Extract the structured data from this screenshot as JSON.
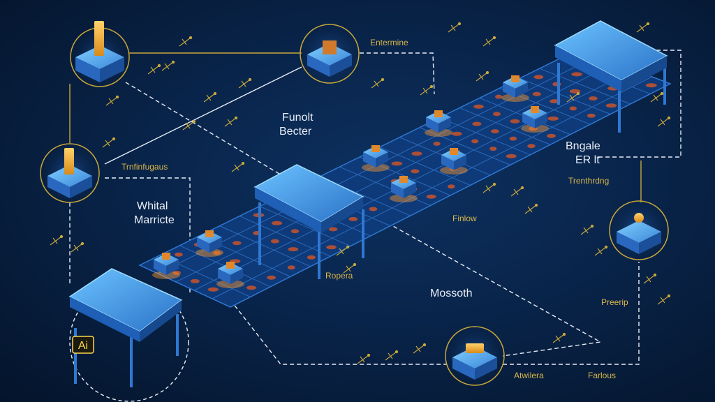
{
  "labels": {
    "entermine": "Entermine",
    "funolt": "Funolt",
    "becter": "Becter",
    "bngale": "Bngale",
    "er_lt": "ER lt",
    "trenfingus": "Trnfinfugaus",
    "whital": "Whital",
    "marricte": "Marricte",
    "trenthnding": "Trenthrdng",
    "finlow": "Finlow",
    "ropera": "Ropera",
    "mossoth": "Mossoth",
    "preerip": "Preerip",
    "atwilera": "Atwilera",
    "farlous": "Farlous",
    "badge_glyph": "Ai"
  },
  "colors": {
    "background": "#08224a",
    "gold": "#d8b64a",
    "platform_blue": "#3a8fe0",
    "tile_orange": "#c8542a",
    "white_text": "#e8eef7"
  },
  "icons": [
    "tower-icon",
    "cube-node-icon",
    "gear-cluster-icon",
    "chip-icon"
  ]
}
